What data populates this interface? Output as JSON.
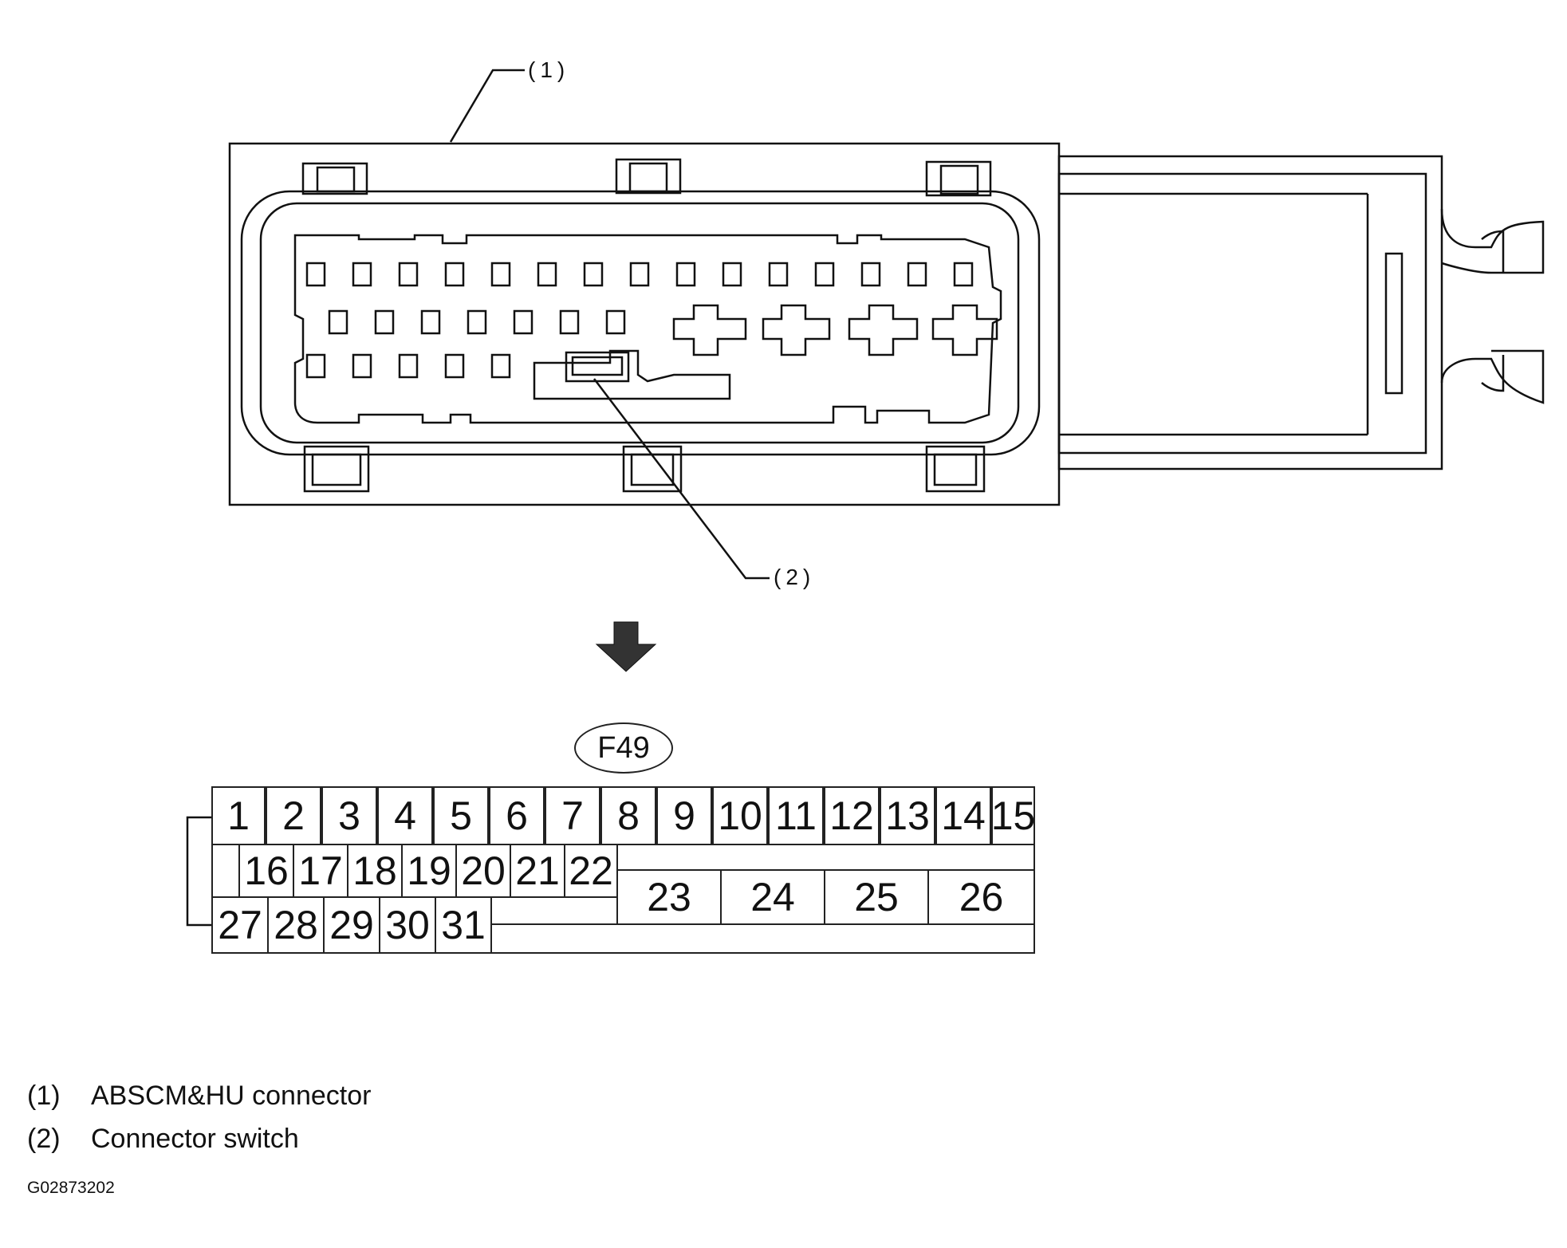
{
  "callouts": {
    "one": "(1)",
    "two": "(2)"
  },
  "connector_id": "F49",
  "pins": {
    "row1": [
      "1",
      "2",
      "3",
      "4",
      "5",
      "6",
      "7",
      "8",
      "9",
      "10",
      "11",
      "12",
      "13",
      "14",
      "15"
    ],
    "row2": [
      "16",
      "17",
      "18",
      "19",
      "20",
      "21",
      "22"
    ],
    "row2_large": [
      "23",
      "24",
      "25",
      "26"
    ],
    "row3": [
      "27",
      "28",
      "29",
      "30",
      "31"
    ]
  },
  "legend": [
    {
      "num": "(1)",
      "label": "ABSCM&HU connector"
    },
    {
      "num": "(2)",
      "label": "Connector switch"
    }
  ],
  "figure_code": "G02873202"
}
